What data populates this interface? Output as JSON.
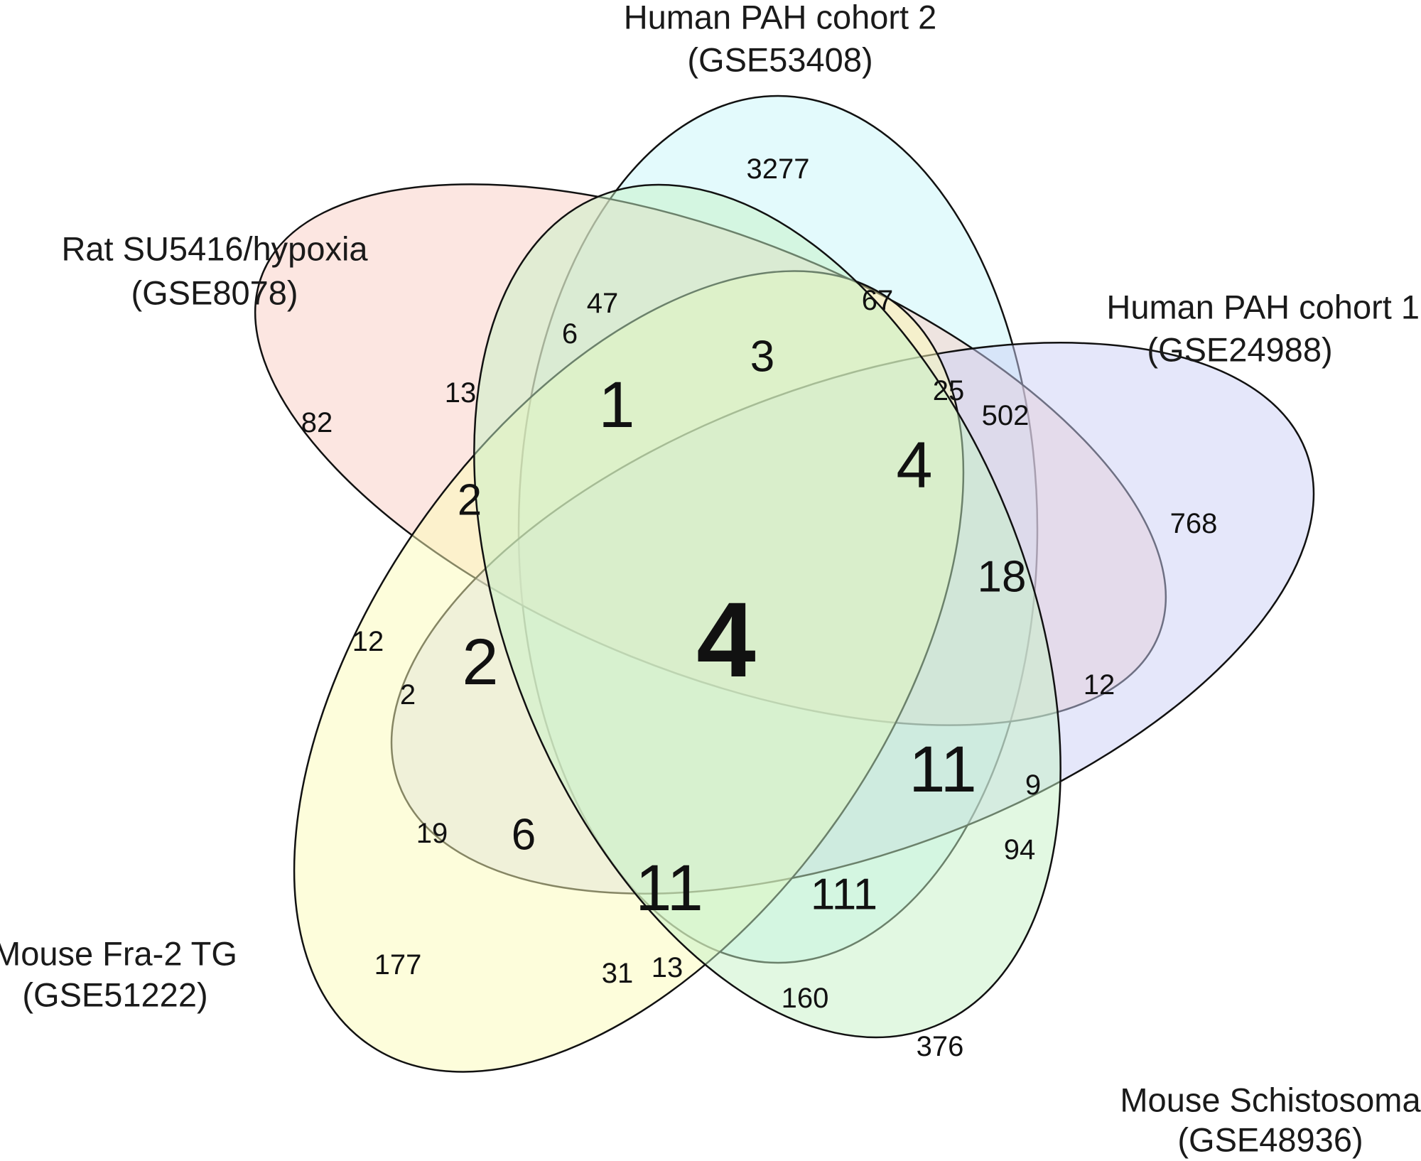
{
  "sets": [
    {
      "key": "cohort2",
      "title": "Human PAH cohort 2",
      "accession": "(GSE53408)",
      "color": "#c7f5f9"
    },
    {
      "key": "rat",
      "title": "Rat SU5416/hypoxia",
      "accession": "(GSE8078)",
      "color": "#f9cec4"
    },
    {
      "key": "cohort1",
      "title": "Human PAH cohort 1",
      "accession": "(GSE24988)",
      "color": "#ccd0f6"
    },
    {
      "key": "fra2",
      "title": "Mouse Fra-2 TG",
      "accession": "(GSE51222)",
      "color": "#fbfbb8"
    },
    {
      "key": "schisto",
      "title": "Mouse Schistosoma",
      "accession": "(GSE48936)",
      "color": "#c6f2c6"
    }
  ],
  "regions": {
    "cohort2_only": "3277",
    "rat_only": "82",
    "cohort1_only": "768",
    "fra2_only": "177",
    "schisto_only": "376",
    "r_67": "67",
    "r_47": "47",
    "r_6a": "6",
    "r_13a": "13",
    "r_3": "3",
    "r_1": "1",
    "r_25": "25",
    "r_502": "502",
    "r_2a": "2",
    "r_4b": "4",
    "r_18": "18",
    "r_12a": "12",
    "r_2b": "2",
    "r_2c": "2",
    "center": "4",
    "r_12b": "12",
    "r_11a": "11",
    "r_9": "9",
    "r_19": "19",
    "r_6b": "6",
    "r_94": "94",
    "r_11b": "11",
    "r_111": "111",
    "r_31": "31",
    "r_13b": "13",
    "r_160": "160"
  }
}
